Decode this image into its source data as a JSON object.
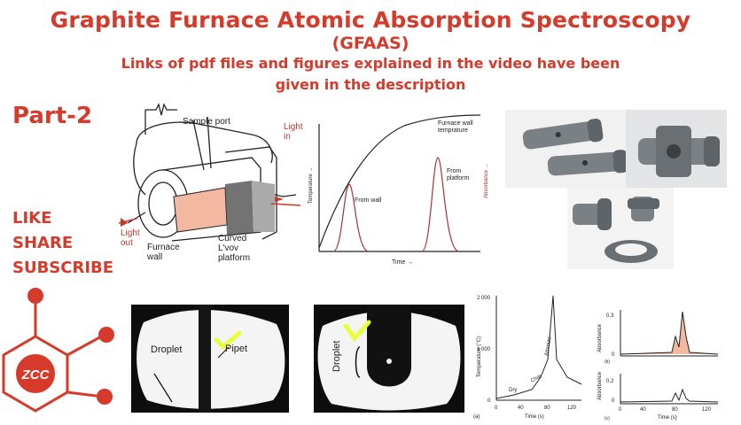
{
  "header": {
    "title": "Graphite Furnace Atomic Absorption Spectroscopy",
    "abbrev": "(GFAAS)",
    "note_line1": "Links of pdf files and figures explained in the video have been",
    "note_line2": "given in the description"
  },
  "part_label": "Part-2",
  "cta": {
    "like": "LIKE",
    "share": "SHARE",
    "subscribe": "SUBSCRIBE"
  },
  "logo": {
    "text": "ZCC"
  },
  "furnace": {
    "sample_port": "Sample port",
    "light_in": "Light\nin",
    "light_out": "Light\nout",
    "furnace_wall": "Furnace\nwall",
    "curved_platform": "Curved\nL'vov\nplatform"
  },
  "temp_graph": {
    "furnace_wall_temp": "Furnace wall\ntemprature",
    "from_wall": "From wall",
    "from_platform": "From\nplatform",
    "y_left": "Temperature →",
    "y_right": "Absorbance →",
    "x_label": "Time →"
  },
  "photo_left": {
    "droplet": "Droplet",
    "pipet": "Pipet"
  },
  "photo_right": {
    "droplet": "Droplet"
  },
  "program_chart": {
    "ylabel": "Temperature (°C)",
    "xlabel": "Time (s)",
    "yticks": [
      "2 000",
      "1 000",
      "0"
    ],
    "xticks": [
      "0",
      "40",
      "80",
      "120"
    ],
    "dry": "Dry",
    "char": "Char",
    "atomize": "Atomize",
    "panel": "(a)"
  },
  "absorb_chart": {
    "ylabel": "Absorbance",
    "xlabel": "Time (s)",
    "b_ticks": [
      "0.3",
      "0"
    ],
    "c_ticks": [
      "0.2",
      "0"
    ],
    "xticks": [
      "0",
      "40",
      "80",
      "120"
    ],
    "panel_b": "(b)",
    "panel_c": "(c)"
  },
  "colors": {
    "accent": "#d63a2a",
    "highlight": "#e9ff3a",
    "peach": "#f2b8a0",
    "graphite": "#6f7478"
  }
}
